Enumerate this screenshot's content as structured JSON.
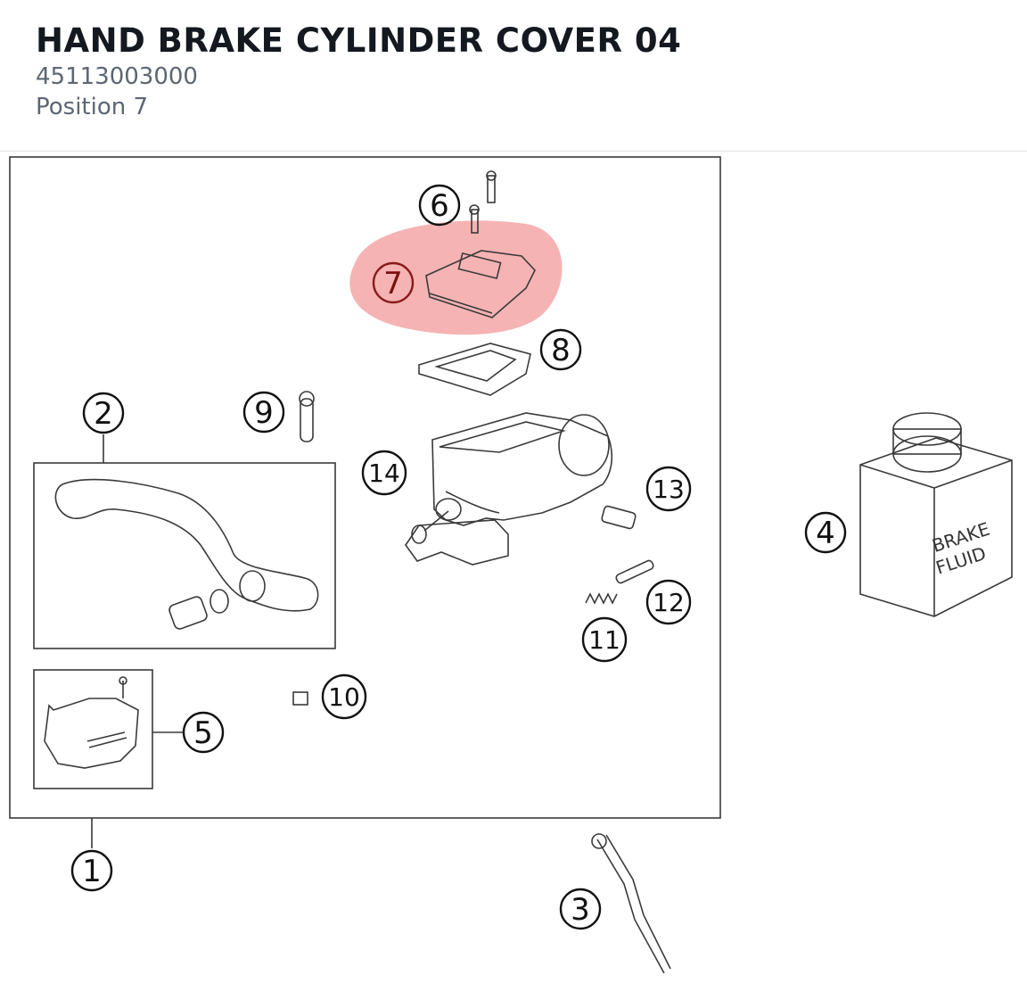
{
  "header": {
    "title": "HAND BRAKE CYLINDER COVER 04",
    "part_number": "45113003000",
    "position": "Position 7"
  },
  "diagram": {
    "highlight_color": "#f2a0a0",
    "line_color": "#333333",
    "callouts": [
      {
        "label": "1"
      },
      {
        "label": "2"
      },
      {
        "label": "3"
      },
      {
        "label": "4"
      },
      {
        "label": "5"
      },
      {
        "label": "6"
      },
      {
        "label": "7"
      },
      {
        "label": "8"
      },
      {
        "label": "9"
      },
      {
        "label": "10"
      },
      {
        "label": "11"
      },
      {
        "label": "12"
      },
      {
        "label": "13"
      },
      {
        "label": "14"
      }
    ],
    "highlighted_callout": "7",
    "labels": {
      "fluid_can_line1": "BRAKE",
      "fluid_can_line2": "FLUID"
    }
  }
}
